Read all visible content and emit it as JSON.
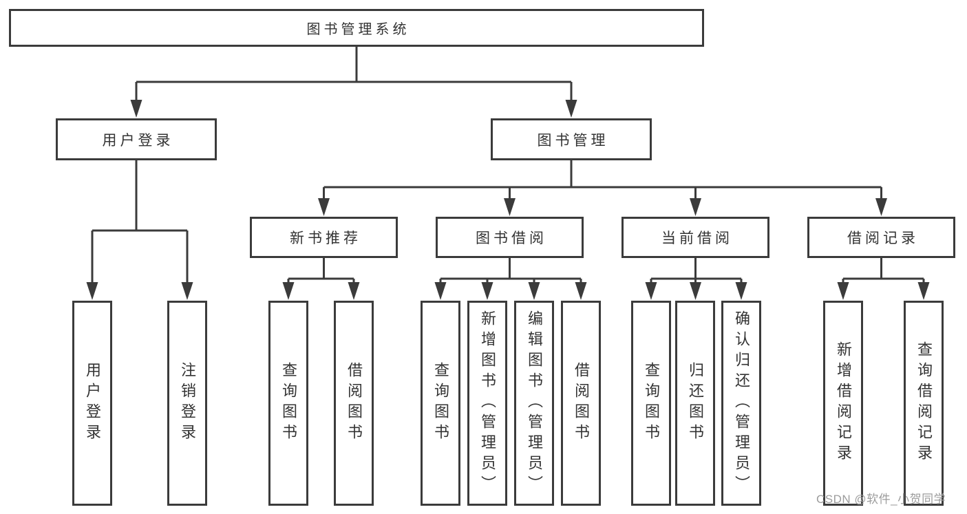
{
  "tree": {
    "root": "图书管理系统",
    "branches": [
      {
        "label": "用户登录",
        "children": [
          "用户登录",
          "注销登录"
        ]
      },
      {
        "label": "图书管理",
        "groups": [
          {
            "label": "新书推荐",
            "children": [
              "查询图书",
              "借阅图书"
            ]
          },
          {
            "label": "图书借阅",
            "children": [
              "查询图书",
              "新增图书（管理员）",
              "编辑图书（管理员）",
              "借阅图书"
            ]
          },
          {
            "label": "当前借阅",
            "children": [
              "查询图书",
              "归还图书",
              "确认归还（管理员）"
            ]
          },
          {
            "label": "借阅记录",
            "children": [
              "新增借阅记录",
              "查询借阅记录"
            ]
          }
        ]
      }
    ]
  },
  "watermark": {
    "text": "CSDN @软件_小贺同学"
  },
  "colors": {
    "line": "#3b3b3b",
    "text": "#333333",
    "watermark": "#9c9c9c",
    "background": "#ffffff"
  }
}
